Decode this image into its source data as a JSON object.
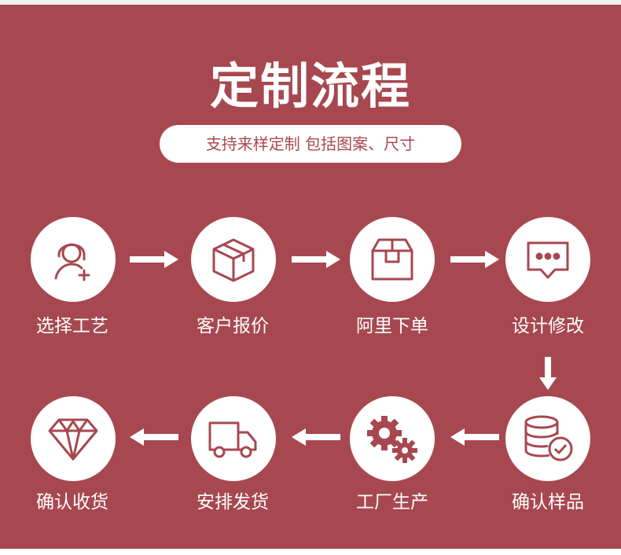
{
  "title": "定制流程",
  "subtitle": "支持来样定制 包括图案、尺寸",
  "colors": {
    "background": "#a74850",
    "foreground": "#ffffff"
  },
  "steps": [
    {
      "label": "选择工艺",
      "icon": "customer-service-icon"
    },
    {
      "label": "客户报价",
      "icon": "box-icon"
    },
    {
      "label": "阿里下单",
      "icon": "package-icon"
    },
    {
      "label": "设计修改",
      "icon": "chat-icon"
    },
    {
      "label": "确认样品",
      "icon": "database-check-icon"
    },
    {
      "label": "工厂生产",
      "icon": "gears-icon"
    },
    {
      "label": "安排发货",
      "icon": "truck-icon"
    },
    {
      "label": "确认收货",
      "icon": "diamond-icon"
    }
  ]
}
